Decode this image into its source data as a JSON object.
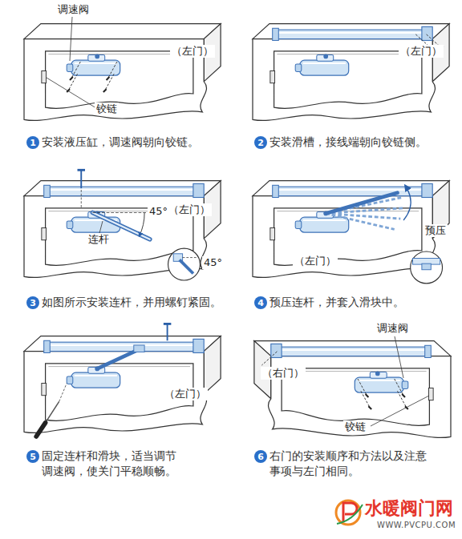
{
  "diagram": {
    "nodes": [
      {
        "text": [
          "1"
        ]
      },
      {
        "text": [
          "2"
        ]
      },
      {
        "text": [
          "3"
        ]
      },
      {
        "text": [
          "4"
        ]
      },
      {
        "text": [
          "5"
        ]
      },
      {
        "text": [
          "6"
        ]
      }
    ],
    "labels": [
      "调速阀",
      "（左门）",
      "铰链",
      "安装液压缸，调速阀朝向铰链。",
      "（左门）",
      "安装滑槽，接线端朝向铰链侧。",
      "（左门）",
      "45°",
      "连杆",
      "45°",
      "如图所示安装连杆，并用螺钉紧固。",
      "预压",
      "（左门）",
      "预压连杆，并套入滑块中。",
      "（左门）",
      "固定连杆和滑块，适当调节 调速阀，使关门平稳顺畅。",
      "调速阀",
      "（右门）",
      "铰链",
      "右门的安装顺序和方法以及注意 事项与左门相同。",
      "水暖阀门网",
      "WWW.PVCPU.COM"
    ]
  }
}
